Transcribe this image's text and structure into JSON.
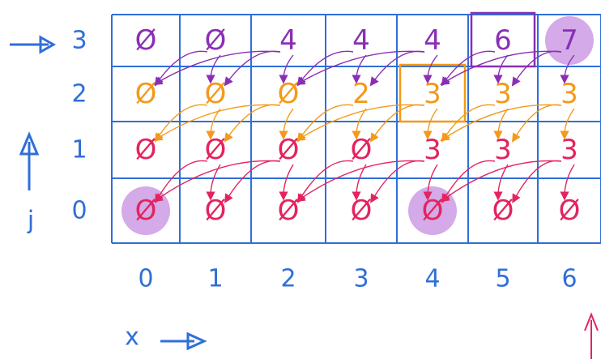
{
  "colors": {
    "grid": "#2f6fd8",
    "axis": "#2f6fd8",
    "row3": "#8a2fb5",
    "row2": "#f39a1a",
    "row1": "#e3245e",
    "row0": "#e3245e",
    "highlight": "#c58de0",
    "box3": "#f39a1a",
    "box6": "#8a2fb5"
  },
  "grid": {
    "rows": [
      {
        "j": "3",
        "cells": [
          "Ø",
          "Ø",
          "4",
          "4",
          "4",
          "6",
          "7"
        ]
      },
      {
        "j": "2",
        "cells": [
          "Ø",
          "Ø",
          "Ø",
          "2",
          "3",
          "3",
          "3"
        ]
      },
      {
        "j": "1",
        "cells": [
          "Ø",
          "Ø",
          "Ø",
          "Ø",
          "3",
          "3",
          "3"
        ]
      },
      {
        "j": "0",
        "cells": [
          "Ø",
          "Ø",
          "Ø",
          "Ø",
          "Ø",
          "Ø",
          "Ø"
        ]
      }
    ],
    "x_labels": [
      "0",
      "1",
      "2",
      "3",
      "4",
      "5",
      "6"
    ],
    "highlighted_cells": [
      {
        "row": 0,
        "col": 6
      },
      {
        "row": 3,
        "col": 0
      },
      {
        "row": 3,
        "col": 4
      }
    ],
    "boxed_cells": [
      {
        "row": 0,
        "col": 5,
        "color": "box6"
      },
      {
        "row": 1,
        "col": 4,
        "color": "box3"
      }
    ]
  },
  "axes": {
    "j_label": "j",
    "x_label": "x"
  }
}
